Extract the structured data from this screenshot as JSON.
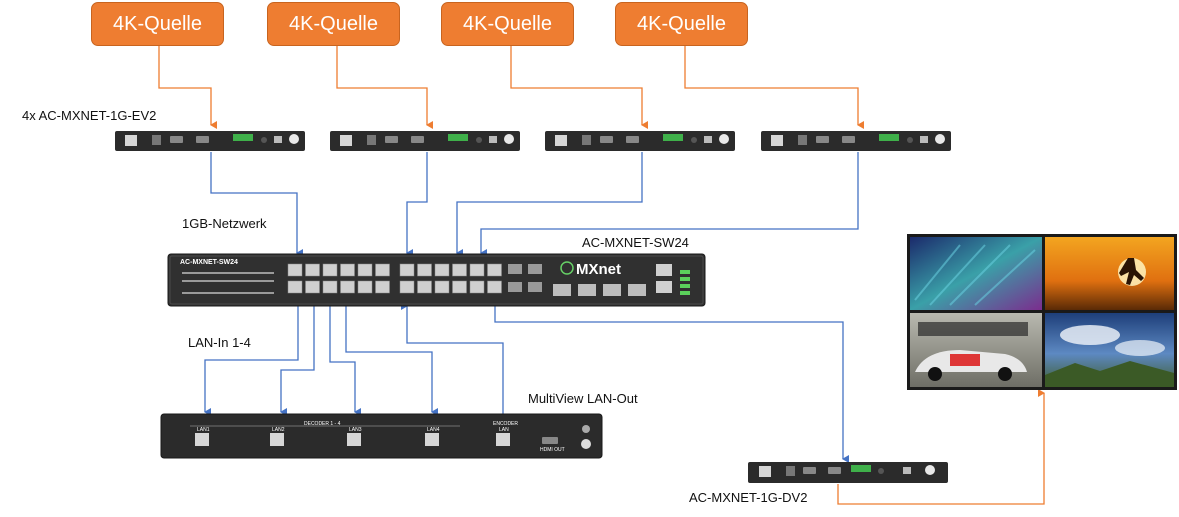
{
  "sources": [
    {
      "label": "4K-Quelle"
    },
    {
      "label": "4K-Quelle"
    },
    {
      "label": "4K-Quelle"
    },
    {
      "label": "4K-Quelle"
    }
  ],
  "labels": {
    "encoders": "4x AC-MXNET-1G-EV2",
    "network": "1GB-Netzwerk",
    "switch": "AC-MXNET-SW24",
    "lan_in": "LAN-In 1-4",
    "multiview_out": "MultiView LAN-Out",
    "decoder": "AC-MXNET-1G-DV2"
  },
  "devices": {
    "switch_front_label": "AC-MXNET-SW24",
    "switch_logo": "MXnet",
    "multiview_ports": [
      "LAN1",
      "LAN2",
      "LAN3",
      "LAN4",
      "LAN"
    ],
    "multiview_decoder_caption": "DECODER 1 - 4",
    "multiview_encoder_caption": "ENCODER",
    "multiview_hdmi_label": "HDMI OUT"
  },
  "colors": {
    "source_orange": "#ee7d31",
    "video_line": "#ee7d31",
    "network_line": "#4472c4",
    "device_body": "#2b2b2b"
  }
}
